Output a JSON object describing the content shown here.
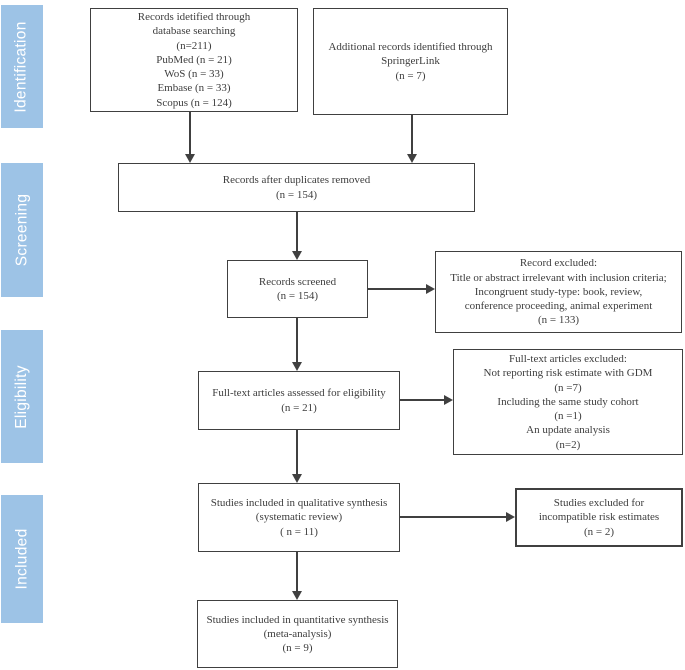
{
  "figure": {
    "type": "prisma-flow-diagram",
    "stages": [
      {
        "label": "Identification"
      },
      {
        "label": "Screening"
      },
      {
        "label": "Eligibility"
      },
      {
        "label": "Included"
      }
    ],
    "boxes": {
      "database_search": {
        "lines": [
          "Records idetified through",
          "database searching",
          "(n=211)",
          "PubMed (n = 21)",
          "WoS (n = 33)",
          "Embase (n = 33)",
          "Scopus (n = 124)"
        ]
      },
      "springerlink": {
        "lines": [
          "Additional records identified  through",
          "SpringerLink",
          "(n = 7)"
        ]
      },
      "duplicates_removed": {
        "lines": [
          "Records after duplicates removed",
          "(n = 154)"
        ]
      },
      "records_screened": {
        "lines": [
          "Records screened",
          "(n = 154)"
        ]
      },
      "records_excluded": {
        "lines": [
          "Record excluded:",
          "Title or abstract irrelevant with inclusion criteria;",
          "Incongruent study-type: book, review,",
          "conference proceeding, animal experiment",
          "(n = 133)"
        ]
      },
      "fulltext_assessed": {
        "lines": [
          "Full-text articles assessed for eligibility",
          "(n = 21)"
        ]
      },
      "fulltext_excluded": {
        "lines": [
          "Full-text articles excluded:",
          "Not reporting risk estimate with GDM",
          "(n =7)",
          "Including the same study cohort",
          "(n =1)",
          "An update analysis",
          "(n=2)"
        ]
      },
      "qualitative_synthesis": {
        "lines": [
          "Studies included in qualitative synthesis",
          "(systematic review)",
          "( n = 11)"
        ]
      },
      "excluded_incompatible": {
        "lines": [
          "Studies excluded for",
          "incompatible risk estimates",
          "(n = 2)"
        ]
      },
      "quantitative_synthesis": {
        "lines": [
          "Studies included in quantitative synthesis",
          "(meta-analysis)",
          "(n = 9)"
        ]
      }
    },
    "colors": {
      "stage_fill": "#9dc3e6",
      "stage_text": "#ffffff",
      "box_border": "#404040",
      "box_text": "#3d3d3d",
      "arrow": "#404040",
      "background": "#ffffff"
    }
  }
}
